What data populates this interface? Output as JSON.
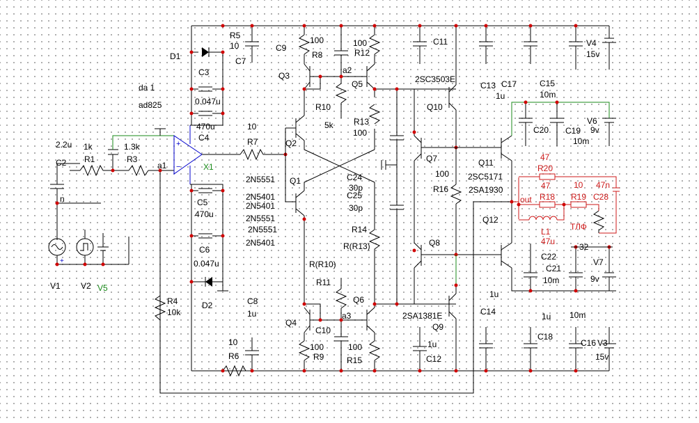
{
  "opamp": {
    "name": "da 1",
    "part": "ad825",
    "ref": "X1"
  },
  "labels": {
    "R1": "R1",
    "R1v": "1k",
    "R3": "R3",
    "R3v": "1.3k",
    "C2": "C2",
    "C2v": "2.2u",
    "net_a1": "a1",
    "net_n": "n",
    "D1": "D1",
    "D2": "D2",
    "C3": "C3",
    "C3v": "0.047u",
    "C4": "C4",
    "C4v": "470u",
    "C5": "C5",
    "C5v": "470u",
    "C6": "C6",
    "C6v": "0.047u",
    "R5": "R5",
    "R5v": "10",
    "C7": "C7",
    "R6": "R6",
    "R6v": "10",
    "C8": "C8",
    "C8v": "1u",
    "R4": "R4",
    "R4v": "10k",
    "R7": "R7",
    "R7v": "10",
    "Q1": "Q1",
    "Q2": "Q2",
    "Q3": "Q3",
    "Q4": "Q4",
    "Q5": "Q5",
    "Q6": "Q6",
    "Q7": "Q7",
    "Q8": "Q8",
    "Q9": "Q9",
    "Q10": "Q10",
    "Q11": "Q11",
    "Q12": "Q12",
    "p2N5551a": "2N5551",
    "p2N5401a": "2N5401",
    "p2N5401b": "2N5401",
    "p2N5551b": "2N5551",
    "p2N5551c": "2N5551",
    "p2N5401c": "2N5401",
    "R8": "R8",
    "R8v": "100",
    "R12": "R12",
    "R12v": "100",
    "R9": "R9",
    "R9v": "100",
    "R15": "R15",
    "R15v": "100",
    "R10": "R10",
    "R10v": "5k",
    "R11": "R11",
    "R11v": "R(R10)",
    "R13": "R13",
    "R13v": "100",
    "R14": "R14",
    "R14v": "R(R13)",
    "C9": "C9",
    "C10": "C10",
    "net_a2": "a2",
    "net_a3": "a3",
    "C24": "C24",
    "C24v": "30p",
    "C25": "C25",
    "C25v": "30p",
    "R16": "R16",
    "R16v": "100",
    "C11": "C11",
    "C12": "C12",
    "C12v": "1u",
    "p2SC3503E": "2SC3503E",
    "p2SA1381E": "2SA1381E",
    "p2SC5171": "2SC5171",
    "p2SA1930": "2SA1930",
    "C13": "C13",
    "C13v": "1u",
    "C17": "C17",
    "C15": "C15",
    "C15v": "10m",
    "C14": "C14",
    "C14v": "1u",
    "C18": "C18",
    "C18v": "1u",
    "C16": "C16",
    "C16v": "10m",
    "C19": "C19",
    "C19v": "10m",
    "C20": "C20",
    "C21": "C21",
    "C21v": "10m",
    "C22": "C22",
    "V1": "V1",
    "V2": "V2",
    "V3": "V3",
    "V3v": "15v",
    "V4": "V4",
    "V4v": "15v",
    "V5": "V5",
    "V6": "V6",
    "V6v": "9v",
    "V7": "V7",
    "V7v": "9v",
    "R20v": "47",
    "R20": "R20",
    "R18v": "47",
    "R18": "R18",
    "R19v": "10",
    "R19": "R19",
    "C28v": "47n",
    "C28": "C28",
    "net_out": "out",
    "L1": "L1",
    "L1v": "47u",
    "tlf": "ТЛФ",
    "n32": "32"
  }
}
